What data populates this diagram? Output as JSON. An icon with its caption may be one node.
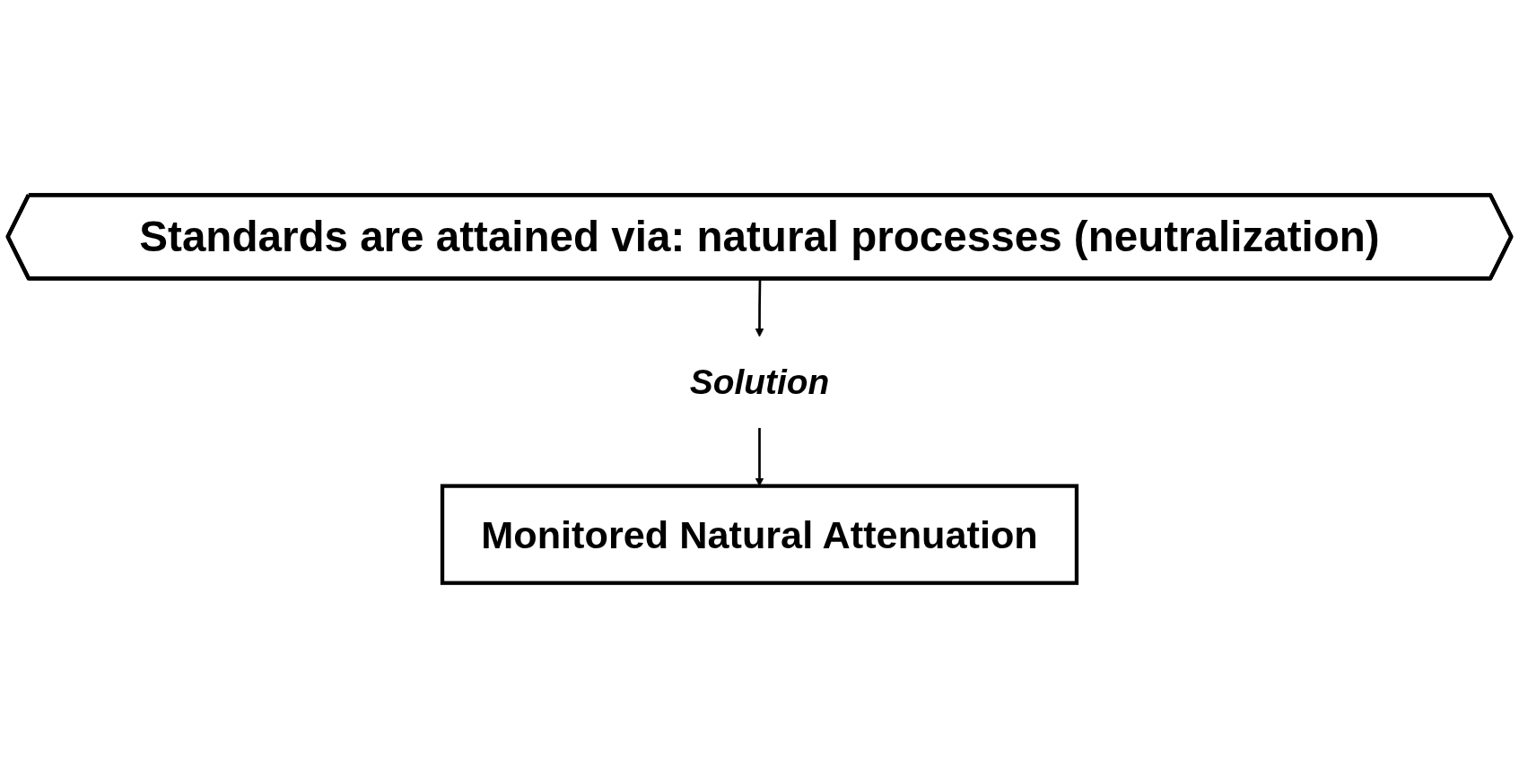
{
  "diagram": {
    "nodes": [
      {
        "text": [
          "Standards are attained via: natural processes (neutralization)"
        ]
      },
      {
        "text": [
          "Solution"
        ]
      },
      {
        "text": [
          "Monitored Natural Attenuation"
        ]
      }
    ],
    "edges": [
      {
        "from": 0,
        "to": 1,
        "arrow": "to"
      },
      {
        "from": 1,
        "to": 2,
        "arrow": "to"
      }
    ]
  }
}
